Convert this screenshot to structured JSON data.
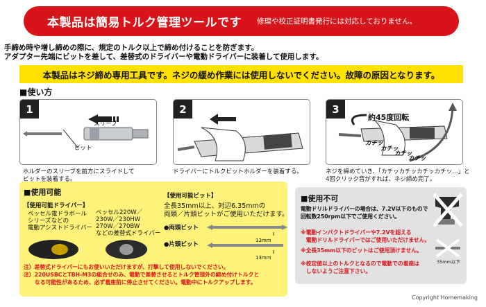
{
  "banner": {
    "main": "本製品は簡易トルク管理ツールです",
    "sub": "修理や校正証明書発行には対応しておりません。"
  },
  "intro": [
    "手締め時や増し締めの際に、規定のトルク以上で締め付けることを防ぎます。",
    "アダプター先端にビットを差して、差替式のドライバーや電動ドライバーに装着して使用します。"
  ],
  "warning": "本製品はネジ締め専用工具です。ネジの緩め作業には使用しないでください。故障の原因となります。",
  "howto": {
    "title": "■使い方",
    "steps": [
      {
        "num": "1",
        "labels": [
          "スリーブ",
          "ビット"
        ],
        "caption": [
          "ホルダーのスリーブを前方にスライドして",
          "ビットを装着する。"
        ]
      },
      {
        "num": "2",
        "caption": [
          "ドライバーにトルクビットホルダーを装着する。"
        ]
      },
      {
        "num": "3",
        "rotation": "約45度回転",
        "click_text": [
          "カチッ",
          "カチッ",
          "カチッ",
          "カチッ"
        ],
        "caption": [
          "ネジを締めていき、「カチッカチッカチッカチッ…」と",
          "4回クリック音がすれば、ネジ締め完了。"
        ]
      }
    ]
  },
  "usable": {
    "title": "■使用可能",
    "drivers_title": "【使用可能ドライバー】",
    "drivers_left": [
      "ベッセル電ドラボール",
      "シリーズなどの",
      "電動アシストドライバー"
    ],
    "drivers_right": [
      "ベッセル220W／",
      "230W／230HW",
      "270W／270BW",
      "などの差替式ドライバー"
    ],
    "bits_title": "【使用可能ビット】",
    "bits_text": [
      "全長35mm以上、対辺6.35mmの",
      "両頭／片頭ビットがご使用いただけます。"
    ],
    "double_bit": "●両頭ビット",
    "single_bit": "●片頭ビット",
    "dim1": "13mm",
    "dim2": "13mm",
    "notes": [
      "注）差替式ドライバーにもお使いいただけますが、打撃して使用しないでください。",
      "注）220USBCとTBH-M3の組合せのみ、電動で差替させるとトルク管理外の締め付けトルクと",
      "なる可能性があるため、必ず着座前に停止させてください。電動中にトルクアップします。"
    ]
  },
  "unusable": {
    "title": "■使用不可",
    "text": [
      "電動ドリルドライバーの場合は、7.2V以下のもので",
      "回転数250rpm以下でご使用ください。"
    ],
    "red_notes": [
      "※電動インパクトドライバーや7.2Vを超える",
      "　電動ドリルドライバーではご使用いただけません。",
      "※全長35mm以下のビットはご使用頂けません。",
      "※校定値以上のトルクとなるので電動での着座は",
      "　しないようご注意下さい。"
    ],
    "dim": "35mm以下"
  },
  "copyright": "Copyright Homemaking"
}
